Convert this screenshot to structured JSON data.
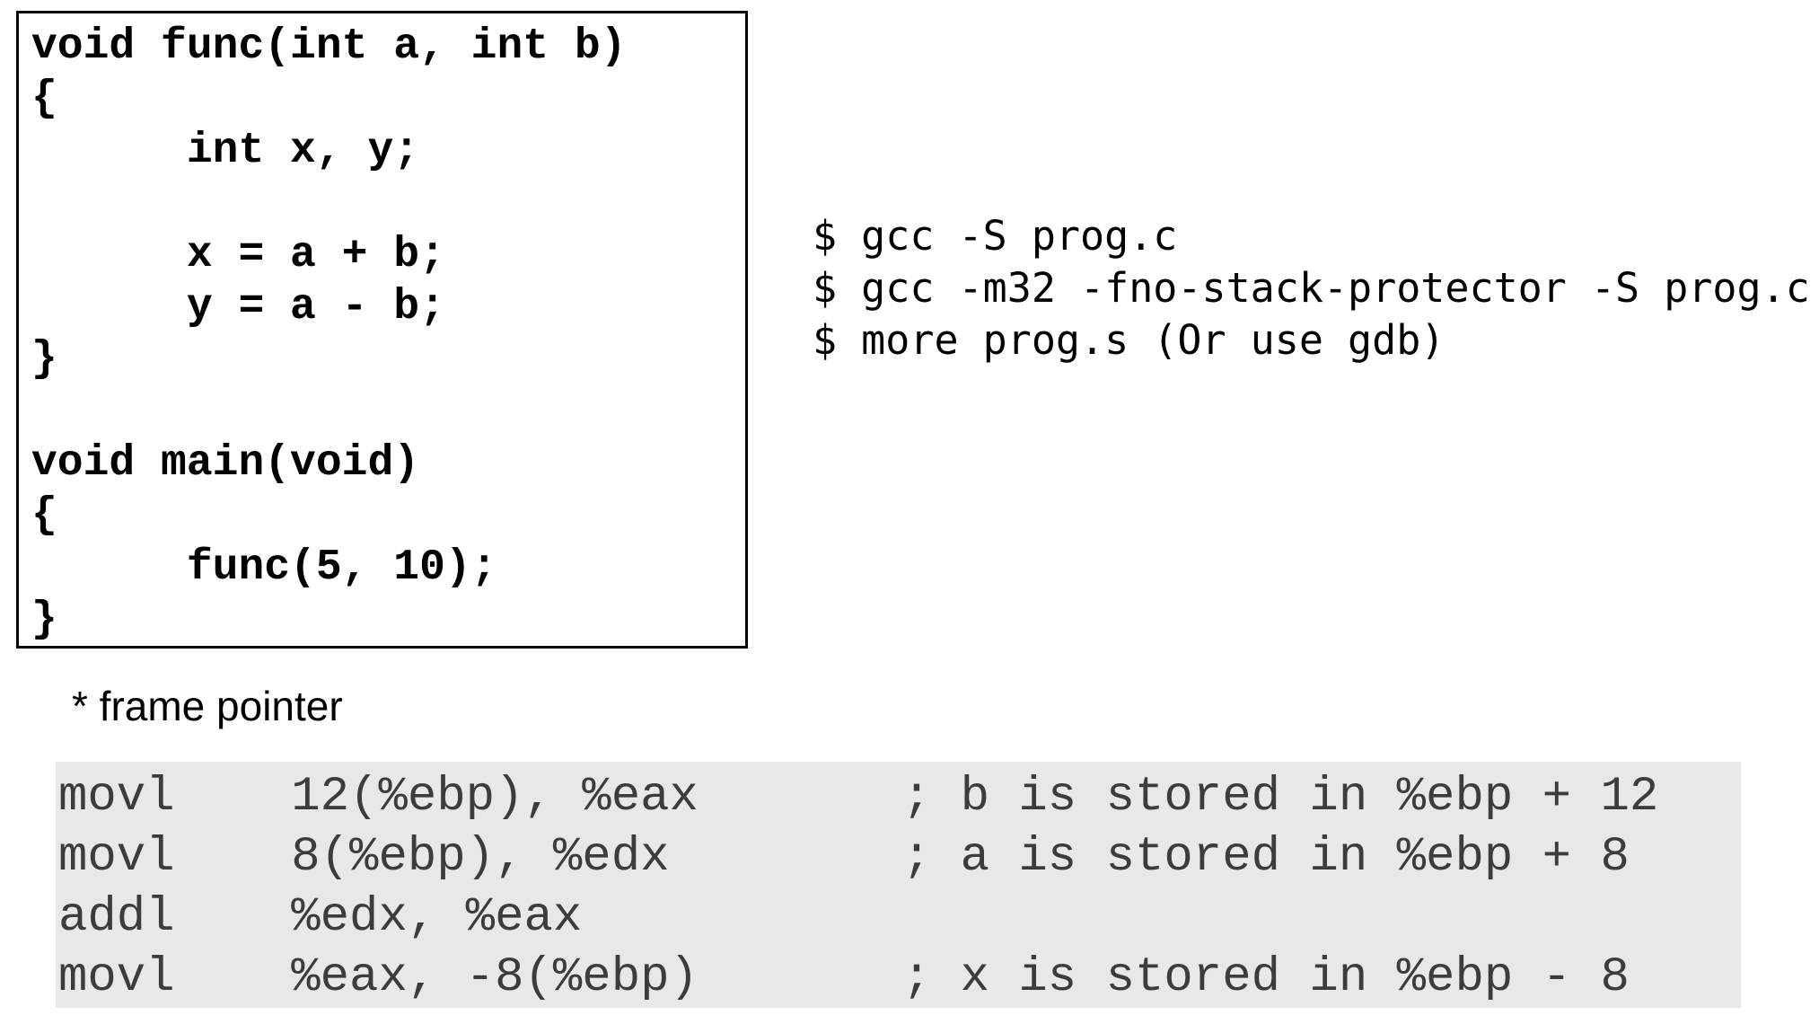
{
  "c_code": {
    "lines": [
      "void func(int a, int b)",
      "{",
      "      int x, y;",
      "",
      "      x = a + b;",
      "      y = a - b;",
      "}",
      "",
      "void main(void)",
      "{",
      "      func(5, 10);",
      "}"
    ]
  },
  "terminal": {
    "lines": [
      "$ gcc -S prog.c",
      "$ gcc -m32 -fno-stack-protector -S prog.c",
      "$ more prog.s (Or use gdb)"
    ]
  },
  "note": {
    "text": "* frame pointer"
  },
  "assembly": {
    "lines": [
      "movl    12(%ebp), %eax       ; b is stored in %ebp + 12",
      "movl    8(%ebp), %edx        ; a is stored in %ebp + 8",
      "addl    %edx, %eax",
      "movl    %eax, -8(%ebp)       ; x is stored in %ebp - 8"
    ]
  },
  "colors": {
    "assembly_background": "#e8e8e8",
    "assembly_text": "#3c3c3c",
    "code_box_border": "#000000",
    "text": "#000000",
    "page_background": "#ffffff"
  }
}
